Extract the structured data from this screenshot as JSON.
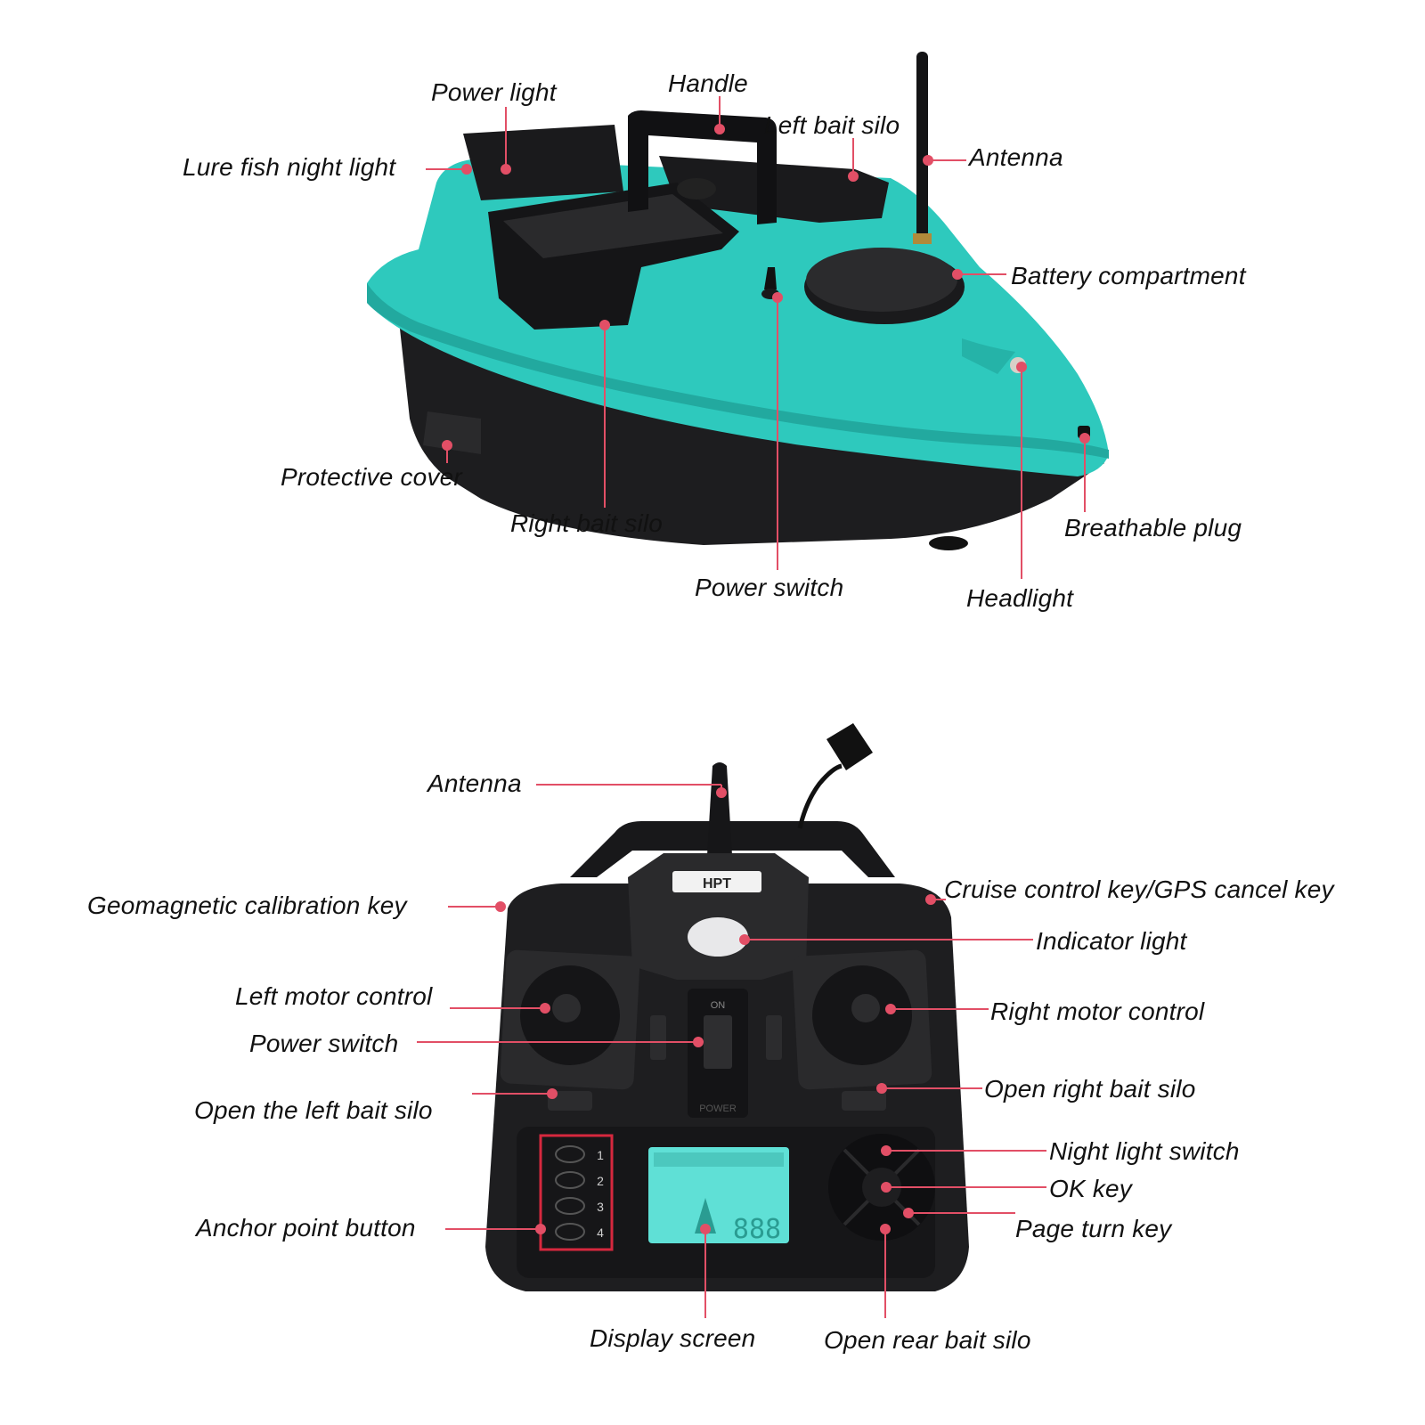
{
  "colors": {
    "hull_teal": "#2ec9bd",
    "hull_dark": "#1d1d1f",
    "leader": "#e24f66",
    "remote_body": "#1e1e20",
    "lcd": "#5fe0d6",
    "anchor_box": "#d6283e"
  },
  "boat": {
    "labels": {
      "power_light": "Power light",
      "handle": "Handle",
      "left_bait_silo": "Left bait silo",
      "antenna": "Antenna",
      "lure_fish_night_light": "Lure fish night light",
      "battery_compartment": "Battery compartment",
      "protective_cover": "Protective cover",
      "right_bait_silo": "Right bait silo",
      "breathable_plug": "Breathable plug",
      "power_switch": "Power switch",
      "headlight": "Headlight"
    }
  },
  "remote": {
    "brand": "HPT",
    "on_text": "ON",
    "power_text": "POWER",
    "anchor_numbers": [
      "1",
      "2",
      "3",
      "4"
    ],
    "lcd_digits": "888",
    "labels": {
      "antenna": "Antenna",
      "geomagnetic_calibration_key": "Geomagnetic calibration key",
      "cruise_control_key": "Cruise control key/GPS cancel key",
      "indicator_light": "Indicator light",
      "left_motor_control": "Left motor control",
      "right_motor_control": "Right motor control",
      "power_switch": "Power switch",
      "open_left_bait_silo": "Open the left bait silo",
      "open_right_bait_silo": "Open right bait silo",
      "night_light_switch": "Night light switch",
      "ok_key": "OK key",
      "page_turn_key": "Page turn key",
      "anchor_point_button": "Anchor point button",
      "display_screen": "Display screen",
      "open_rear_bait_silo": "Open rear bait silo"
    }
  }
}
